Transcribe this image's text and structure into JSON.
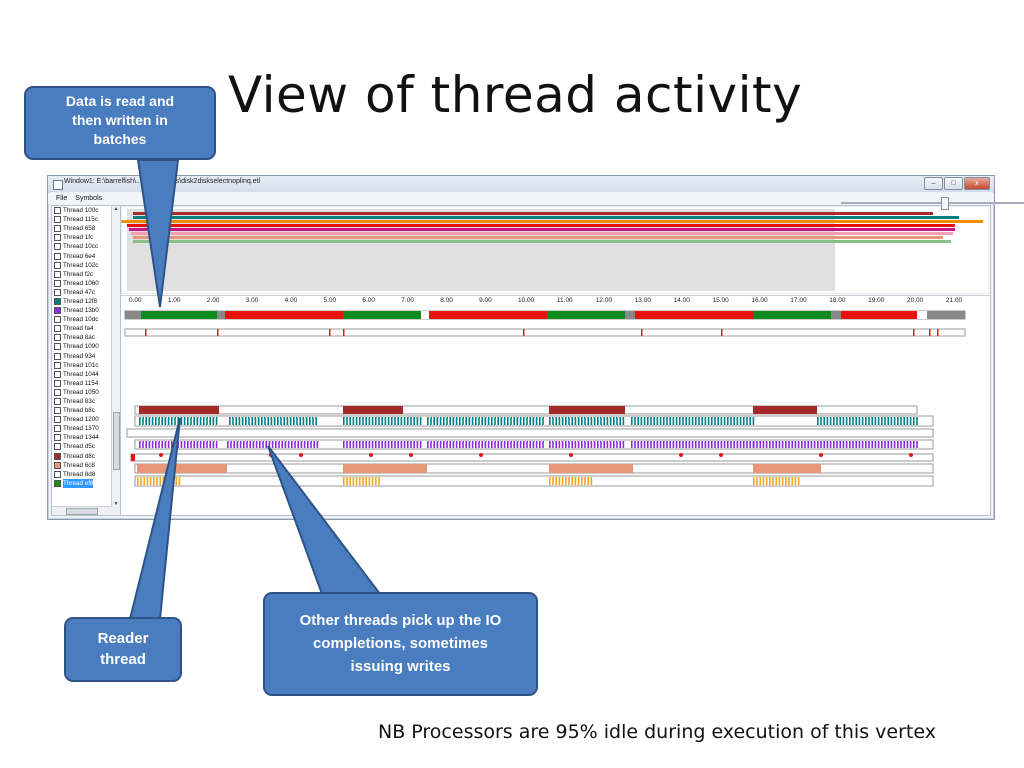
{
  "slide": {
    "title": "View of thread activity",
    "footnote": "NB Processors are 95% idle during execution of this vertex"
  },
  "callouts": {
    "batches": [
      "Data is read and",
      "then written in",
      "batches"
    ],
    "reader": [
      "Reader",
      "thread"
    ],
    "others": [
      "Other threads pick up the IO",
      "completions, sometimes",
      "issuing writes"
    ]
  },
  "window": {
    "title": "Window1: E:\\barrelfish\\... \\wetl\\traces\\disk2diskselectnoplinq.etl",
    "menu": [
      "File",
      "Symbols"
    ],
    "buttons": {
      "minimize": "–",
      "maximize": "□",
      "close": "x"
    },
    "icon": "app-window-icon"
  },
  "threads": [
    {
      "label": "Thread 100c",
      "color": ""
    },
    {
      "label": "Thread 115c",
      "color": ""
    },
    {
      "label": "Thread 658",
      "color": ""
    },
    {
      "label": "Thread 1fc",
      "color": ""
    },
    {
      "label": "Thread 10cc",
      "color": ""
    },
    {
      "label": "Thread 6e4",
      "color": ""
    },
    {
      "label": "Thread 102c",
      "color": ""
    },
    {
      "label": "Thread f2c",
      "color": ""
    },
    {
      "label": "Thread 1060",
      "color": ""
    },
    {
      "label": "Thread 47c",
      "color": ""
    },
    {
      "label": "Thread 12f8",
      "color": "#007a7a"
    },
    {
      "label": "Thread 13b0",
      "color": "#8a2be2"
    },
    {
      "label": "Thread 10dc",
      "color": ""
    },
    {
      "label": "Thread fa4",
      "color": ""
    },
    {
      "label": "Thread 8ac",
      "color": ""
    },
    {
      "label": "Thread 1090",
      "color": ""
    },
    {
      "label": "Thread 934",
      "color": ""
    },
    {
      "label": "Thread 101c",
      "color": ""
    },
    {
      "label": "Thread 1044",
      "color": ""
    },
    {
      "label": "Thread 1154",
      "color": ""
    },
    {
      "label": "Thread 1050",
      "color": ""
    },
    {
      "label": "Thread 83c",
      "color": ""
    },
    {
      "label": "Thread b8c",
      "color": ""
    },
    {
      "label": "Thread 1200",
      "color": ""
    },
    {
      "label": "Thread 1370",
      "color": ""
    },
    {
      "label": "Thread 1344",
      "color": ""
    },
    {
      "label": "Thread d5c",
      "color": ""
    },
    {
      "label": "Thread d8c",
      "color": "#a52a2a"
    },
    {
      "label": "Thread 6c8",
      "color": "#e8967a"
    },
    {
      "label": "Thread 8d8",
      "color": ""
    },
    {
      "label": "Thread ef8",
      "color": "#1e8c1e",
      "selected": true
    }
  ],
  "timeline": {
    "ticks": [
      "0.00",
      "1.00",
      "2.00",
      "3.00",
      "4.00",
      "5.00",
      "6.00",
      "7.00",
      "8.00",
      "9.00",
      "10.00",
      "11.00",
      "12.00",
      "13.00",
      "14.00",
      "15.00",
      "16.00",
      "17.00",
      "18.00",
      "19.00",
      "20.00",
      "21.00"
    ],
    "colors": {
      "cpu_busy": "#e8140c",
      "cpu_green": "#0f8a1f",
      "cpu_gray": "#888888",
      "teal": "#008080",
      "purple": "#8a2be2",
      "maroon": "#a52a2a",
      "salmon": "#e8967a",
      "orange": "#f5a623"
    }
  },
  "overview": {
    "colors": [
      "#a52a2a",
      "#008080",
      "#f08c00",
      "#e8140c",
      "#c71585",
      "#f4a0b0",
      "#e8967a",
      "#88c088"
    ]
  }
}
